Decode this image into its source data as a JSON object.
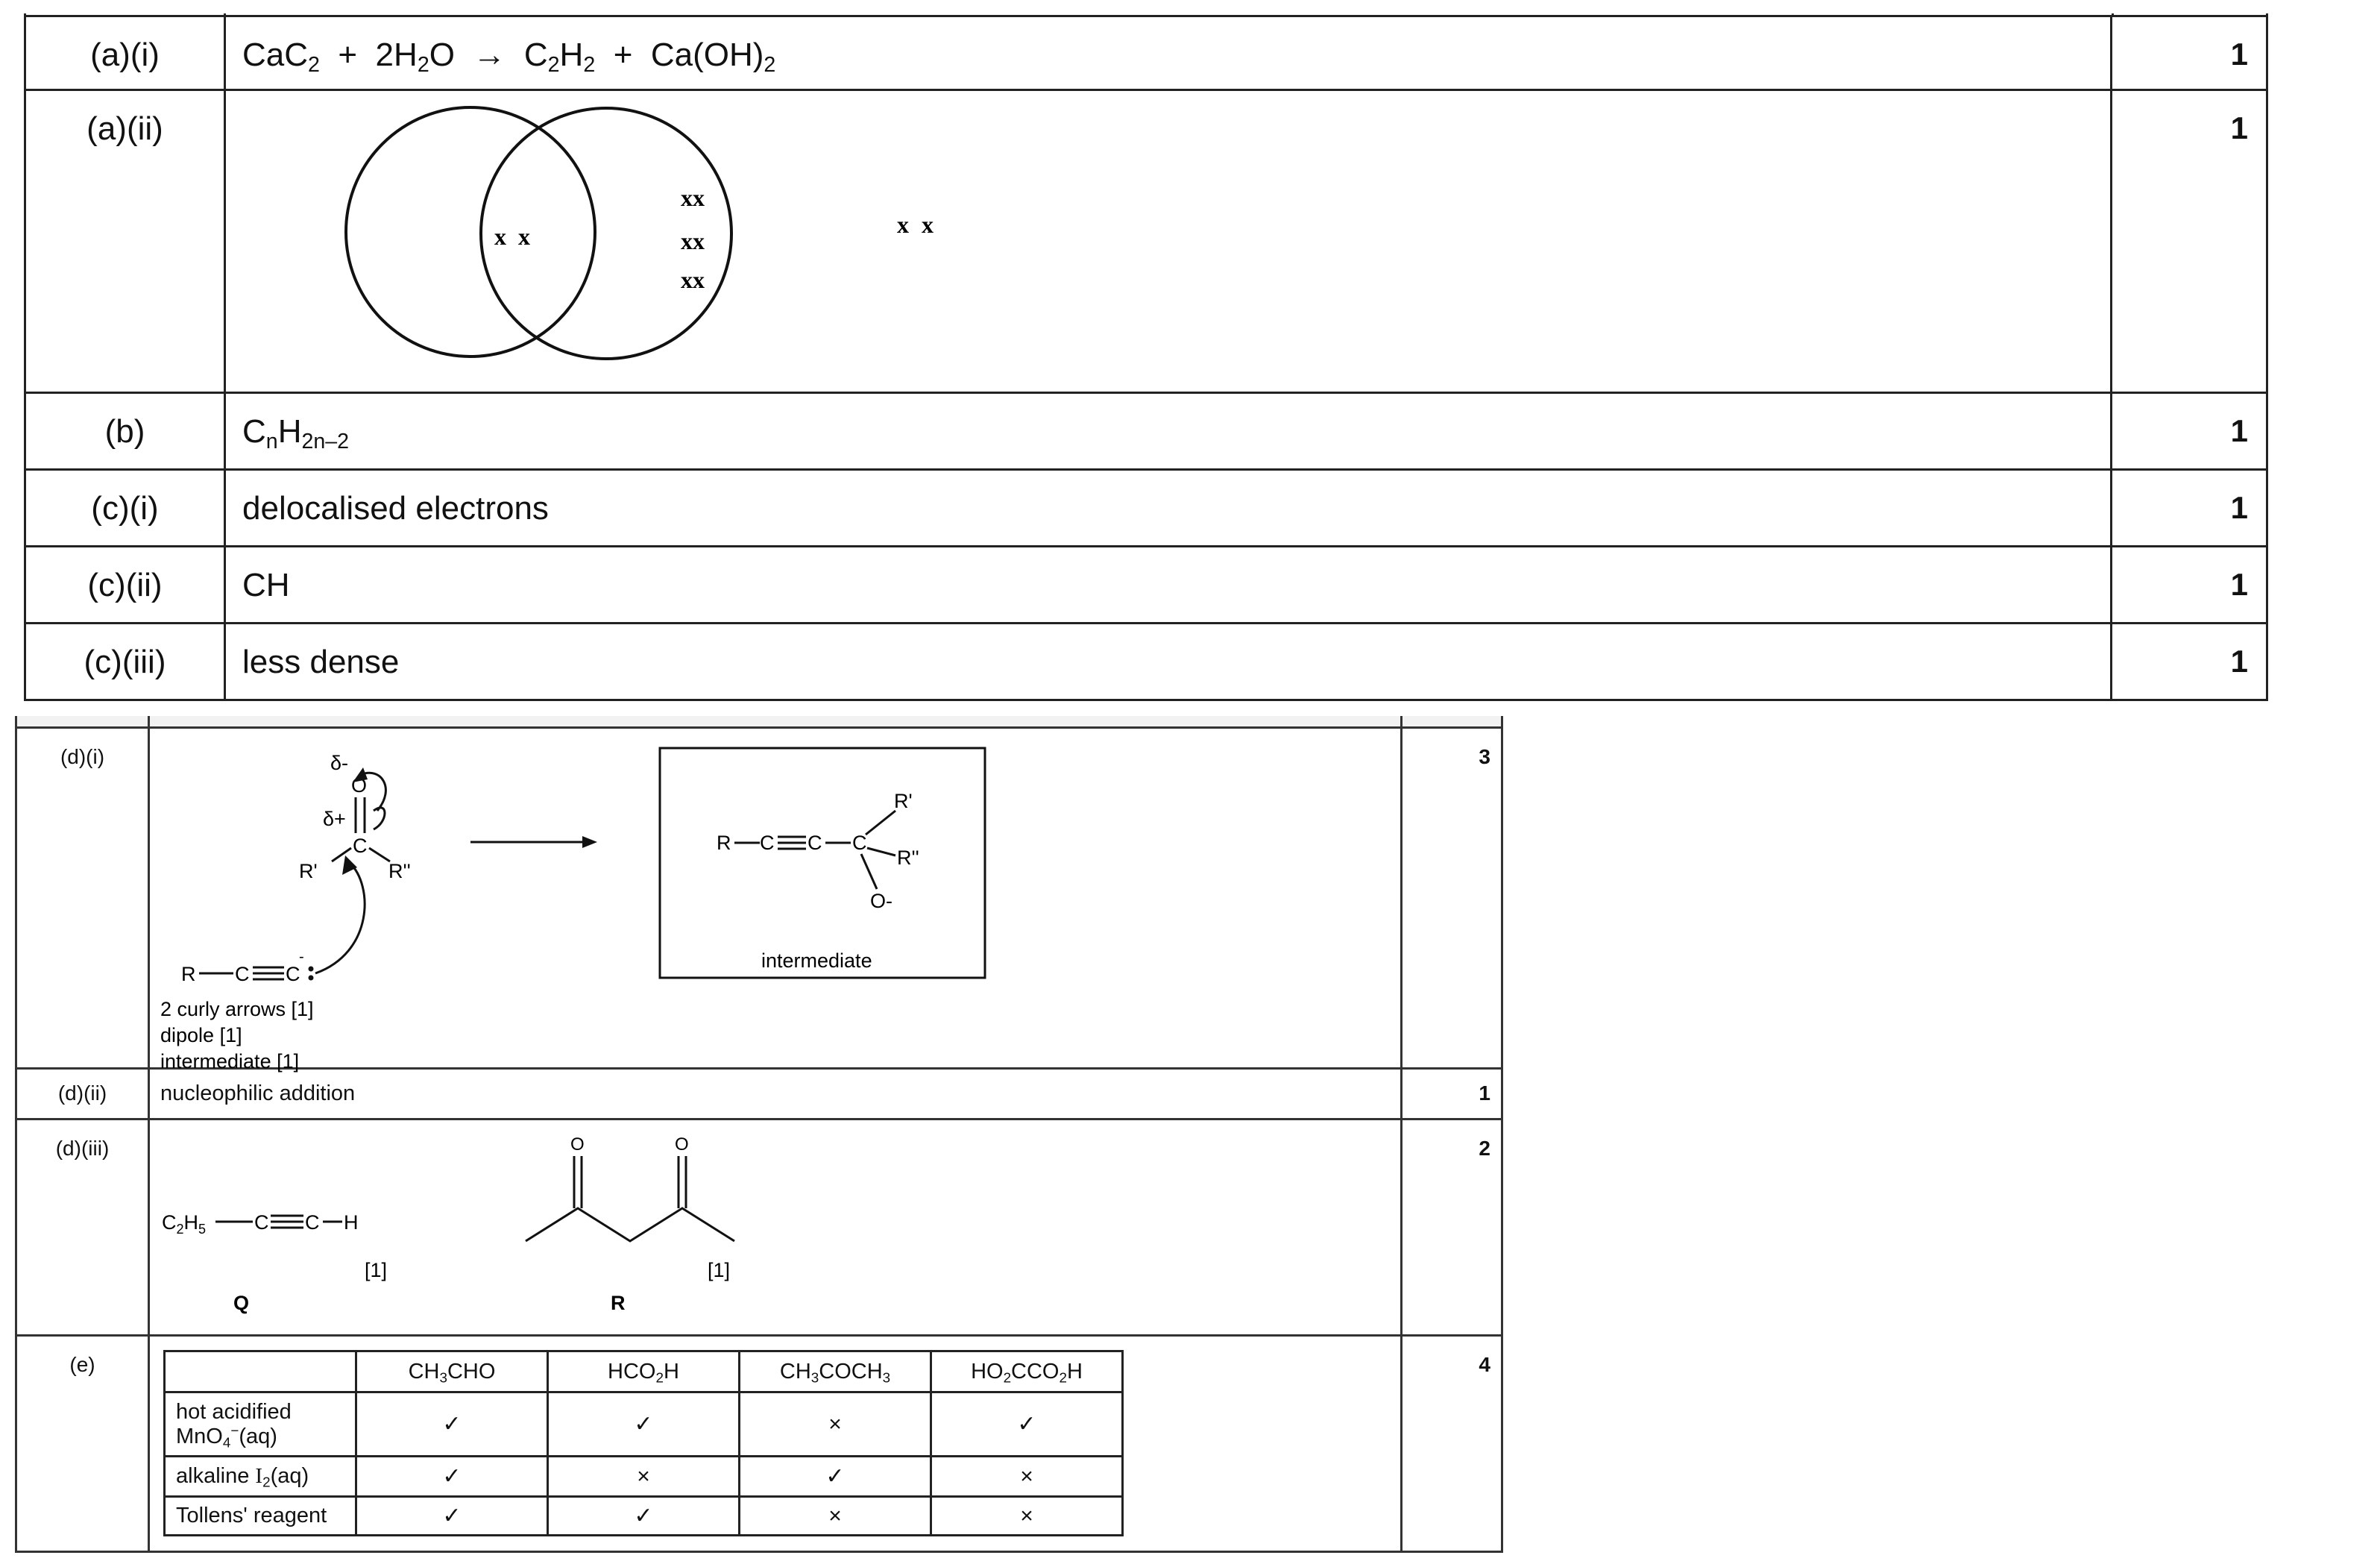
{
  "part1": {
    "rows": [
      {
        "label": "(a)(i)",
        "mark": "1"
      },
      {
        "label": "(a)(ii)",
        "mark": "1"
      },
      {
        "label": "(b)",
        "mark": "1"
      },
      {
        "label": "(c)(i)",
        "answer": "delocalised electrons",
        "mark": "1"
      },
      {
        "label": "(c)(ii)",
        "answer": "CH",
        "mark": "1"
      },
      {
        "label": "(c)(iii)",
        "answer": "less dense",
        "mark": "1"
      }
    ],
    "equation": {
      "cac": "CaC",
      "h2o": "H",
      "plus": "+",
      "arrow": "→",
      "c2h2": "C",
      "caoh": "Ca(OH)",
      "two": "2"
    },
    "formula_b": {
      "c": "C",
      "n": "n",
      "h": "H",
      "sub": "2n–2"
    },
    "dot_cross": {
      "pair": "xx",
      "sym": "x"
    }
  },
  "part2": {
    "rows": [
      {
        "label": "(d)(i)",
        "mark": "3"
      },
      {
        "label": "(d)(ii)",
        "answer": "nucleophilic addition",
        "mark": "1"
      },
      {
        "label": "(d)(iii)",
        "mark": "2"
      },
      {
        "label": "(e)",
        "mark": "4"
      }
    ],
    "mechanism": {
      "delta_minus": "δ-",
      "delta_plus": "δ+",
      "O": "O",
      "C": "C",
      "R1": "R'",
      "R2": "R''",
      "R": "R",
      "O_minus": "O-",
      "intermediate_label": "intermediate",
      "marks": [
        "2 curly arrows [1]",
        "dipole [1]",
        "intermediate [1]"
      ]
    },
    "structures": {
      "q_formula": "C2H5",
      "c": "C",
      "h": "H",
      "o": "O",
      "q_mark": "[1]",
      "r_mark": "[1]",
      "q_label": "Q",
      "r_label": "R"
    },
    "test_table": {
      "columns": [
        "",
        "CH3CHO",
        "HCO2H",
        "CH3COCH3",
        "HO2CCO2H"
      ],
      "rows": [
        {
          "reagent": "hot acidified MnO4−(aq)",
          "results": [
            "✓",
            "✓",
            "×",
            "✓"
          ]
        },
        {
          "reagent": "alkaline I2(aq)",
          "results": [
            "✓",
            "×",
            "✓",
            "×"
          ]
        },
        {
          "reagent": "Tollens' reagent",
          "results": [
            "✓",
            "✓",
            "×",
            "×"
          ]
        }
      ]
    }
  }
}
